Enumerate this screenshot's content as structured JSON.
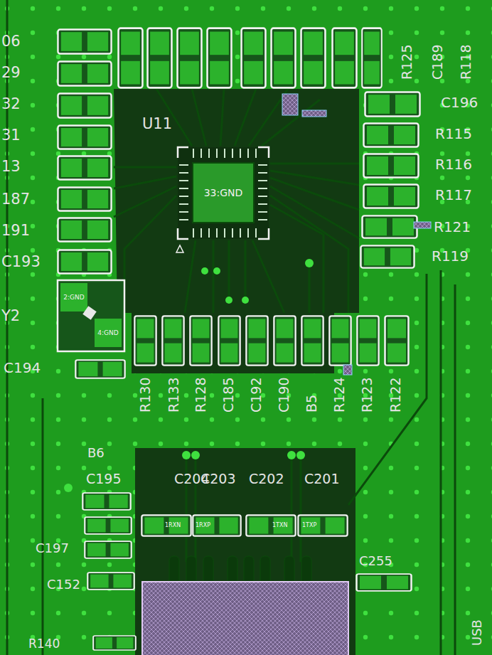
{
  "diagram": {
    "nodes": [
      {
        "text": [
          "33:GND"
        ]
      },
      {
        "text": [
          "2:GND"
        ]
      },
      {
        "text": [
          "4:GND"
        ]
      }
    ],
    "labels": [
      "06",
      "29",
      "32",
      "31",
      "13",
      "187",
      "191",
      "C193",
      "R125",
      "C189",
      "R118",
      "C196",
      "R115",
      "R116",
      "R117",
      "R121",
      "R119",
      "U11",
      "Y2",
      "C194",
      "R130",
      "R133",
      "R128",
      "C185",
      "C192",
      "C190",
      "B5",
      "R124",
      "R123",
      "R122",
      "B6",
      "C195",
      "C204",
      "C203",
      "C202",
      "C201",
      "1RXN",
      "1RXP",
      "1TXN",
      "1TXP",
      "C197",
      "C152",
      "C255",
      "R140",
      "USB"
    ]
  }
}
